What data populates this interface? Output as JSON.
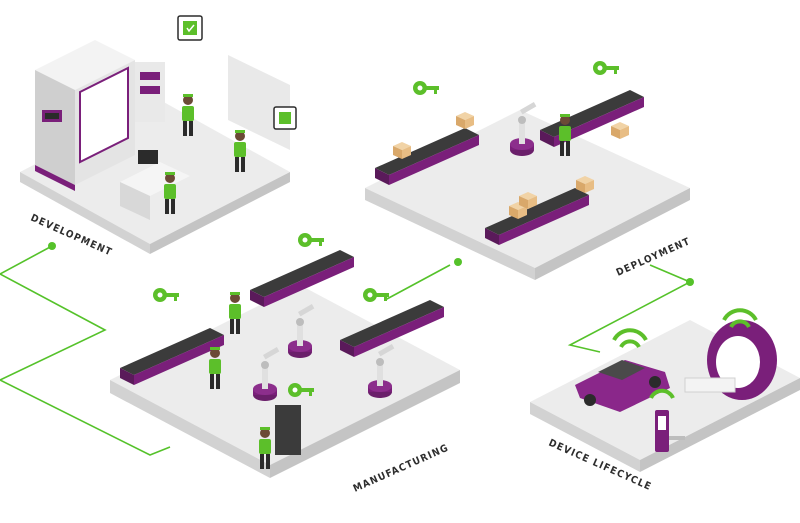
{
  "labels": {
    "development": "DEVELOPMENT",
    "deployment": "DEPLOYMENT",
    "manufacturing": "MANUFACTURING",
    "device_lifecycle": "DEVICE LIFECYCLE"
  },
  "colors": {
    "accent_green": "#5cbf2a",
    "brand_purple": "#7a1f7a",
    "platform_top": "#ececec",
    "platform_side": "#d2d2d2",
    "line_green": "#55c22a"
  },
  "icons": [
    "chip-shield-icon",
    "key-icon",
    "wifi-signal-icon",
    "car-icon",
    "mri-scanner-icon",
    "smart-lock-icon",
    "robot-arm-icon",
    "conveyor-icon",
    "box-icon",
    "worker-icon"
  ]
}
